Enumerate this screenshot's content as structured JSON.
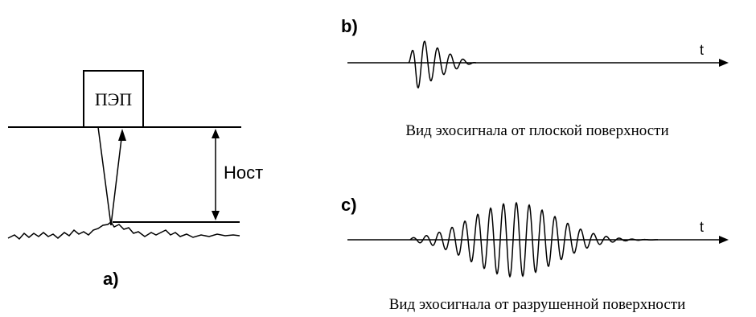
{
  "panel_a": {
    "label": "a)",
    "probe_label": "ПЭП",
    "height_label": "Ност"
  },
  "panel_b": {
    "label": "b)",
    "axis_label": "t",
    "caption": "Вид эхосигнала от плоской поверхности"
  },
  "panel_c": {
    "label": "c)",
    "axis_label": "t",
    "caption": "Вид эхосигнала от разрушенной поверхности"
  },
  "colors": {
    "ink": "#000000",
    "background": "#ffffff"
  }
}
